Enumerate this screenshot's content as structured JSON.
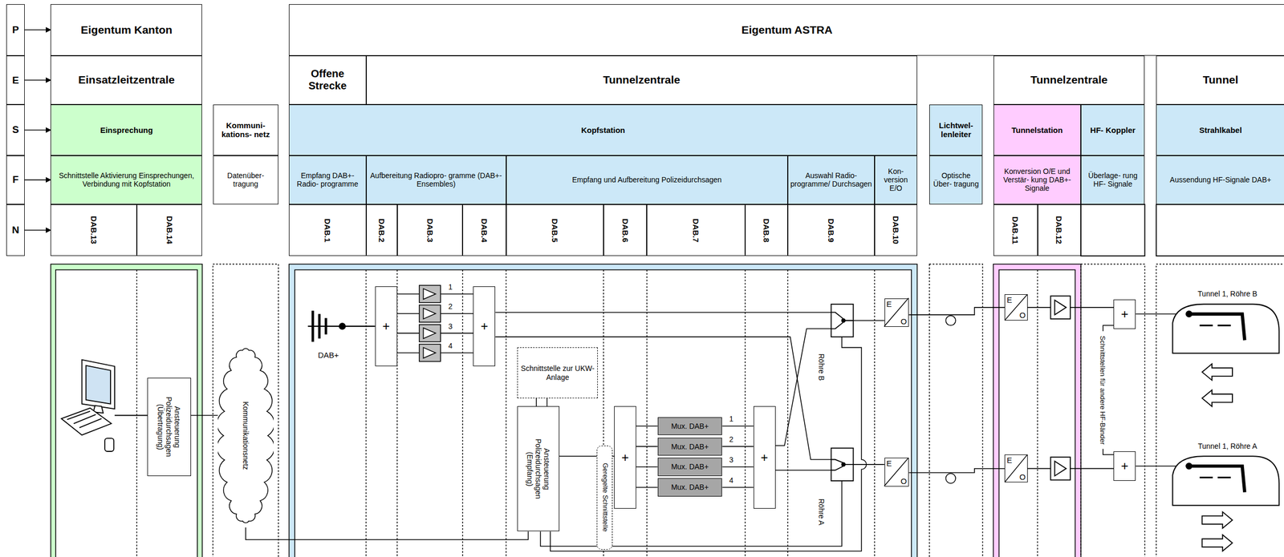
{
  "diagram": {
    "nodes": [
      {
        "text": [
          "P"
        ]
      },
      {
        "text": [
          "E"
        ]
      },
      {
        "text": [
          "S"
        ]
      },
      {
        "text": [
          "F"
        ]
      },
      {
        "text": [
          "N"
        ]
      },
      {
        "text": [
          "Eigentum Kanton"
        ]
      },
      {
        "text": [
          "Eigentum ASTRA"
        ]
      },
      {
        "text": [
          "Einsatzleitzentrale"
        ]
      },
      {
        "text": [
          "Offene Strecke"
        ]
      },
      {
        "text": [
          "Tunnelzentrale"
        ]
      },
      {
        "text": [
          "Tunnelzentrale"
        ]
      },
      {
        "text": [
          "Tunnel"
        ]
      },
      {
        "text": [
          "Einsprechung"
        ]
      },
      {
        "text": [
          "Kommuni- kations- netz"
        ]
      },
      {
        "text": [
          "Kopfstation"
        ]
      },
      {
        "text": [
          "Lichtwel- lenleiter"
        ]
      },
      {
        "text": [
          "Tunnelstation"
        ]
      },
      {
        "text": [
          "HF- Koppler"
        ]
      },
      {
        "text": [
          "Strahlkabel"
        ]
      },
      {
        "text": [
          "Schnittstelle Aktivierung Einsprechungen, Verbindung mit Kopfstation"
        ]
      },
      {
        "text": [
          "Datenüber- tragung"
        ]
      },
      {
        "text": [
          "Empfang DAB+-Radio- programme"
        ]
      },
      {
        "text": [
          "Aufbereitung Radiopro- gramme (DAB+- Ensembles)"
        ]
      },
      {
        "text": [
          "Empfang und Aufbereitung Polizeidurchsagen"
        ]
      },
      {
        "text": [
          "Auswahl Radio- programme/ Durchsagen"
        ]
      },
      {
        "text": [
          "Kon- version E/O"
        ]
      },
      {
        "text": [
          "Optische Über- tragung"
        ]
      },
      {
        "text": [
          "Konversion O/E und Verstär- kung DAB+- Signale"
        ]
      },
      {
        "text": [
          "Überlage- rung HF- Signale"
        ]
      },
      {
        "text": [
          "Aussendung HF-Signale DAB+"
        ]
      },
      {
        "text": [
          "DAB.13"
        ]
      },
      {
        "text": [
          "DAB.14"
        ]
      },
      {
        "text": [
          "DAB.1"
        ]
      },
      {
        "text": [
          "DAB.2"
        ]
      },
      {
        "text": [
          "DAB.3"
        ]
      },
      {
        "text": [
          "DAB.4"
        ]
      },
      {
        "text": [
          "DAB.5"
        ]
      },
      {
        "text": [
          "DAB.6"
        ]
      },
      {
        "text": [
          "DAB.7"
        ]
      },
      {
        "text": [
          "DAB.8"
        ]
      },
      {
        "text": [
          "DAB.9"
        ]
      },
      {
        "text": [
          "DAB.10"
        ]
      },
      {
        "text": [
          "DAB.11"
        ]
      },
      {
        "text": [
          "DAB.12"
        ]
      },
      {
        "text": [
          "Ansteuerung Polizeidurchsagen (Übertragung)"
        ]
      },
      {
        "text": [
          "Kommunikationsnetz"
        ]
      },
      {
        "text": [
          "+"
        ]
      },
      {
        "text": [
          "+"
        ]
      },
      {
        "text": [
          "Schnittstelle zur UKW-Anlage"
        ]
      },
      {
        "text": [
          "Ansteuerung Polizeidurchsagen (Empfang)"
        ]
      },
      {
        "text": [
          "Geregelte Schnittstelle"
        ]
      },
      {
        "text": [
          "+"
        ]
      },
      {
        "text": [
          "Mux. DAB+"
        ]
      },
      {
        "text": [
          "Mux. DAB+"
        ]
      },
      {
        "text": [
          "Mux. DAB+"
        ]
      },
      {
        "text": [
          "Mux. DAB+"
        ]
      },
      {
        "text": [
          "+"
        ]
      },
      {
        "text": [
          "E",
          "O"
        ]
      },
      {
        "text": [
          "E",
          "O"
        ]
      },
      {
        "text": [
          "E",
          "O"
        ]
      },
      {
        "text": [
          "E",
          "O"
        ]
      },
      {
        "text": [
          "+"
        ]
      },
      {
        "text": [
          "+"
        ]
      }
    ],
    "edges": [
      {
        "from": 0,
        "to": 5,
        "arrow": "to"
      },
      {
        "from": 1,
        "to": 7,
        "arrow": "to"
      },
      {
        "from": 2,
        "to": 12,
        "arrow": "to"
      },
      {
        "from": 3,
        "to": 19,
        "arrow": "to"
      },
      {
        "from": 4,
        "to": 30,
        "arrow": "to"
      },
      {
        "from": 44,
        "to": 45,
        "arrow": "none"
      },
      {
        "from": 45,
        "to": 49,
        "arrow": "none"
      },
      {
        "from": 48,
        "to": 49,
        "arrow": "none"
      },
      {
        "from": 48,
        "to": 49,
        "arrow": "none"
      },
      {
        "from": 49,
        "to": 51,
        "arrow": "none"
      },
      {
        "from": 51,
        "to": 52,
        "arrow": "none"
      },
      {
        "from": 51,
        "to": 53,
        "arrow": "none"
      },
      {
        "from": 51,
        "to": 54,
        "arrow": "none"
      },
      {
        "from": 51,
        "to": 55,
        "arrow": "none"
      },
      {
        "from": 52,
        "to": 56,
        "arrow": "none"
      },
      {
        "from": 53,
        "to": 56,
        "arrow": "none"
      },
      {
        "from": 54,
        "to": 56,
        "arrow": "none"
      },
      {
        "from": 55,
        "to": 56,
        "arrow": "none"
      },
      {
        "from": 57,
        "to": 59,
        "arrow": "none"
      },
      {
        "from": 58,
        "to": 60,
        "arrow": "none"
      }
    ],
    "labels": [
      "DAB+",
      "1",
      "2",
      "3",
      "4",
      "1",
      "2",
      "3",
      "4",
      "Röhre B",
      "Röhre A",
      "Schnittstellen für andere HF-Bänder",
      "Tunnel 1, Röhre B",
      "Tunnel 1, Röhre A"
    ]
  }
}
